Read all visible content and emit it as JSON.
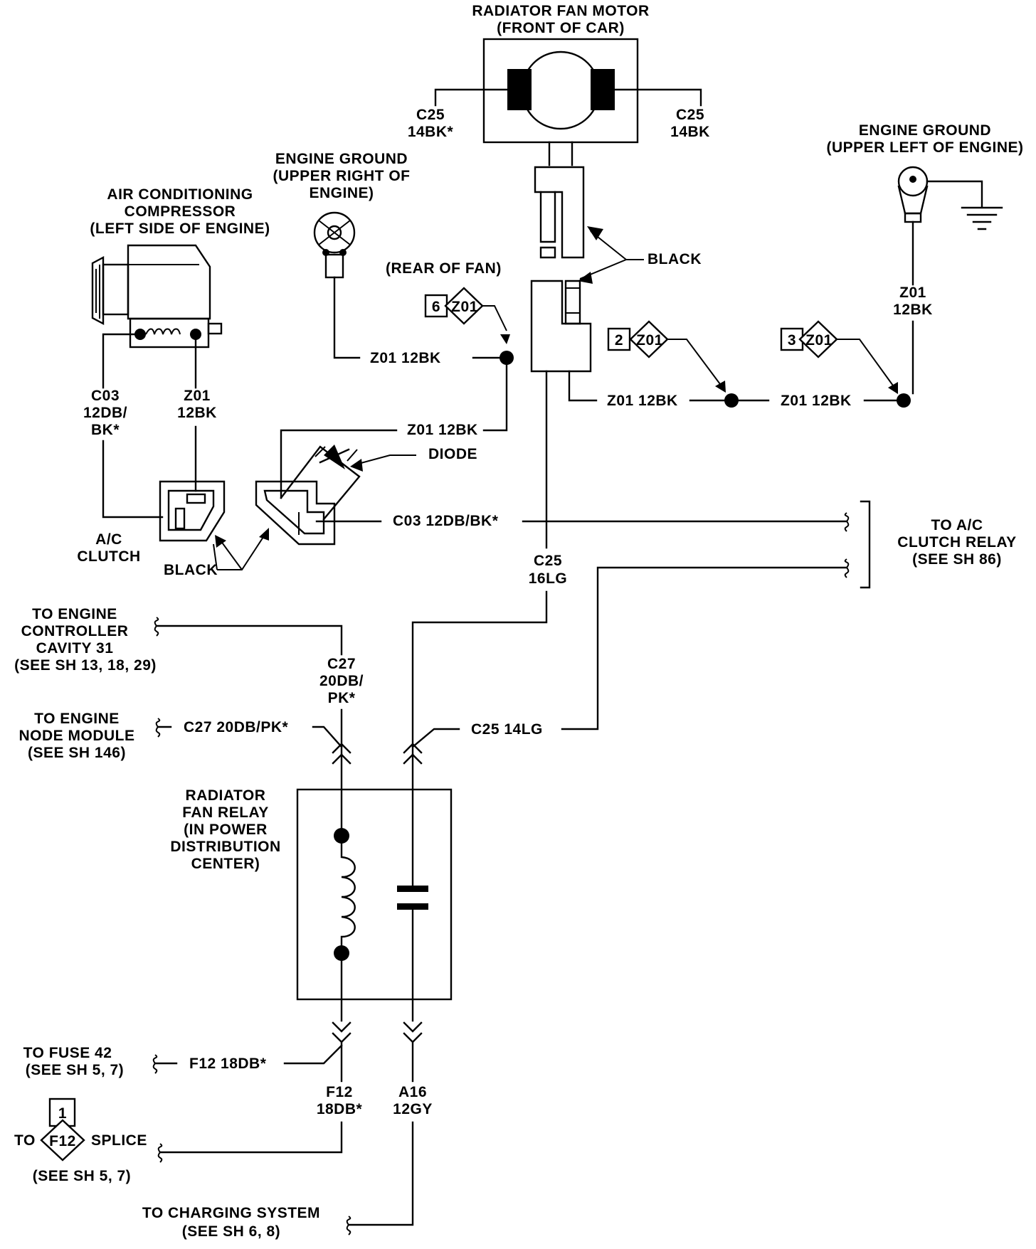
{
  "components": {
    "fan_motor": [
      "RADIATOR FAN MOTOR",
      "(FRONT OF CAR)"
    ],
    "engine_ground_right": [
      "ENGINE GROUND",
      "(UPPER RIGHT OF",
      "ENGINE)"
    ],
    "engine_ground_left": [
      "ENGINE GROUND",
      "(UPPER LEFT OF ENGINE)"
    ],
    "ac_compressor": [
      "AIR CONDITIONING",
      "COMPRESSOR",
      "(LEFT SIDE OF ENGINE)"
    ],
    "ac_clutch": [
      "A/C",
      "CLUTCH"
    ],
    "fan_relay": [
      "RADIATOR",
      "FAN RELAY",
      "(IN POWER",
      "DISTRIBUTION",
      "CENTER)"
    ],
    "rear_of_fan": "(REAR OF FAN)",
    "diode": "DIODE",
    "black_fan_connector": "BLACK",
    "black_clutch_connector": "BLACK"
  },
  "wires": {
    "c25_14bk_left": [
      "C25",
      "14BK*"
    ],
    "c25_14bk_right": [
      "C25",
      "14BK"
    ],
    "z01_12bk_vertical": [
      "Z01",
      "12BK"
    ],
    "z01_12bk_compressor": [
      "Z01",
      "12BK"
    ],
    "c03_12db_bk_vertical": [
      "C03",
      "12DB/",
      "BK*"
    ],
    "z01_ground_right": "Z01 12BK",
    "z01_mid_left": "Z01 12BK",
    "z01_mid_right": "Z01 12BK",
    "z01_diode": "Z01 12BK",
    "c03_12db_bk_horizontal": "C03 12DB/BK*",
    "c25_16lg": [
      "C25",
      "16LG"
    ],
    "c27_20db_pk_vertical": [
      "C27",
      "20DB/",
      "PK*"
    ],
    "c27_20db_pk_horizontal": "C27 20DB/PK*",
    "c25_14lg": "C25 14LG",
    "f12_18db_horizontal": "F12 18DB*",
    "f12_18db_vertical": [
      "F12",
      "18DB*"
    ],
    "a16_12gy": [
      "A16",
      "12GY"
    ]
  },
  "splices": {
    "s6": {
      "number": "6",
      "id": "Z01"
    },
    "s2": {
      "number": "2",
      "id": "Z01"
    },
    "s3": {
      "number": "3",
      "id": "Z01"
    },
    "f12": {
      "number": "1",
      "id": "F12"
    }
  },
  "destinations": {
    "ac_clutch_relay": [
      "TO A/C",
      "CLUTCH RELAY",
      "(SEE SH 86)"
    ],
    "engine_controller": [
      "TO ENGINE",
      "CONTROLLER",
      "CAVITY 31",
      "(SEE SH 13, 18, 29)"
    ],
    "engine_node_module": [
      "TO ENGINE",
      "NODE MODULE",
      "(SEE SH 146)"
    ],
    "fuse_42": [
      "TO FUSE 42",
      "(SEE SH 5, 7)"
    ],
    "f12_splice": {
      "to": "TO",
      "splice": "SPLICE",
      "ref": "(SEE SH 5, 7)"
    },
    "charging_system": [
      "TO CHARGING SYSTEM",
      "(SEE SH 6, 8)"
    ]
  }
}
